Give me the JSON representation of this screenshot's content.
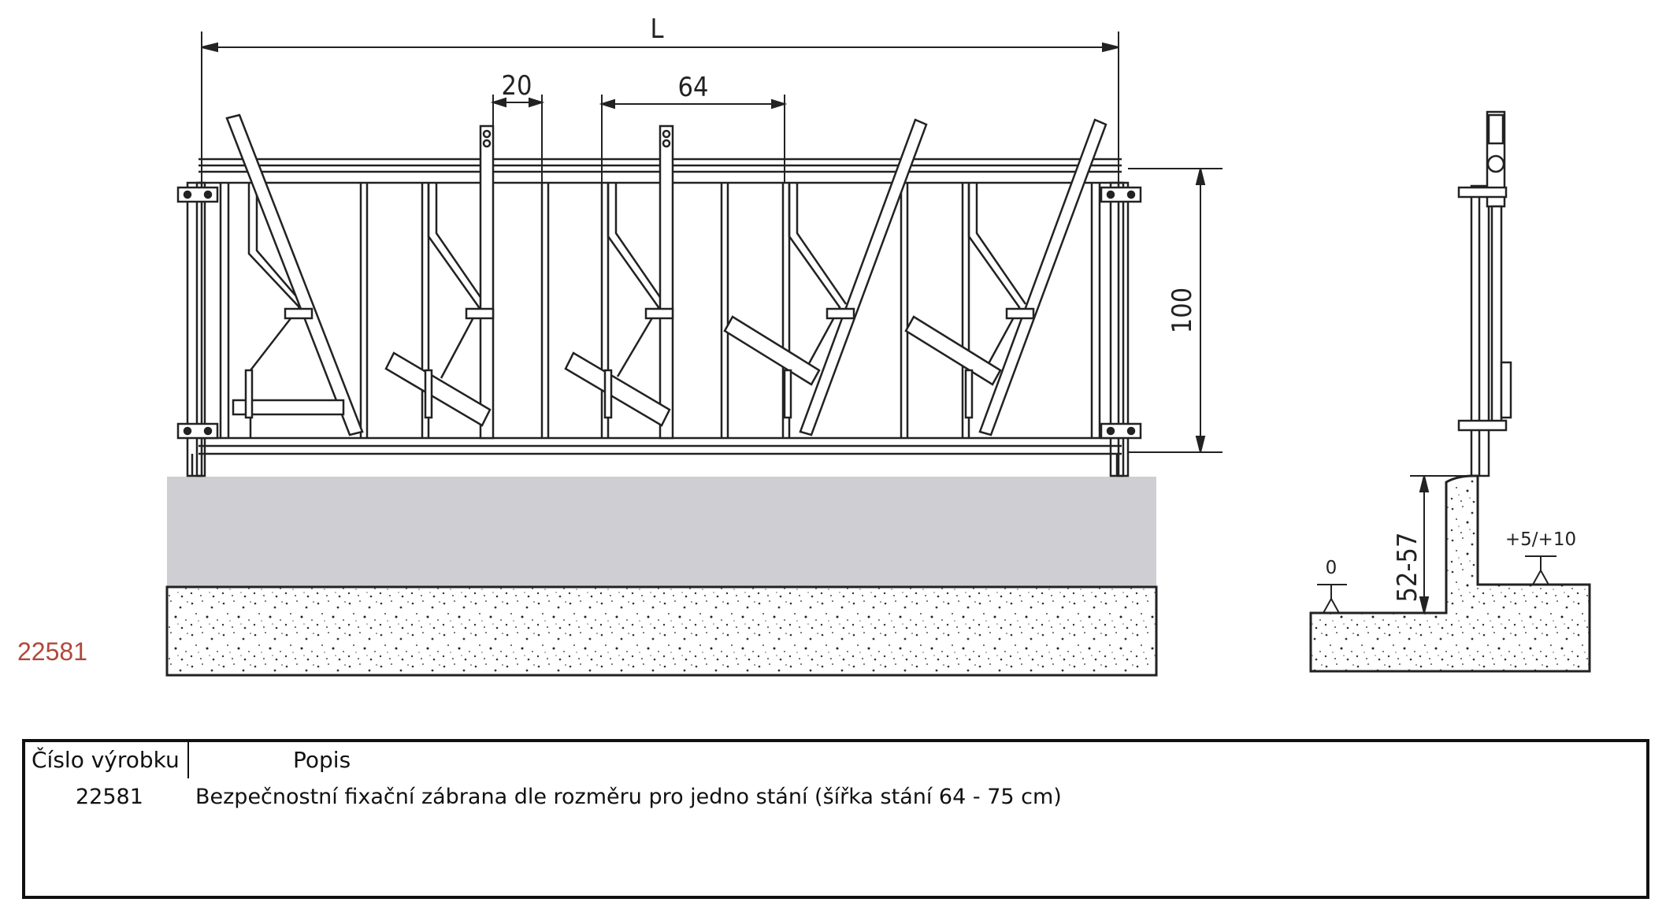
{
  "drawing": {
    "product_code": "22581",
    "dimensions": {
      "overall_length": "L",
      "gap": "20",
      "stall_width": "64",
      "height": "100",
      "curb_height": "52-57",
      "floor_level": "0",
      "stand_level": "+5/+10"
    }
  },
  "table": {
    "headers": {
      "code": "Číslo výrobku",
      "description": "Popis"
    },
    "rows": [
      {
        "code": "22581",
        "description": "Bezpečnostní fixační zábrana dle rozměru pro jedno stání (šířka stání 64 - 75 cm)"
      }
    ]
  },
  "colors": {
    "line": "#222222",
    "concrete_band": "#cfcfd3",
    "product_code_text": "#b2473a"
  }
}
